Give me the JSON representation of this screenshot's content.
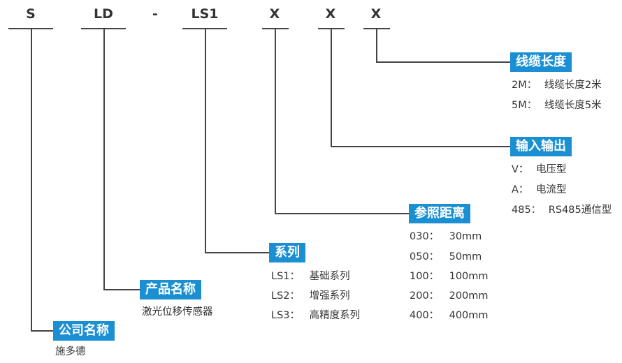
{
  "code_parts": [
    "S",
    "LD",
    "-",
    "LS1",
    "X",
    "X",
    "X"
  ],
  "groups": {
    "cable": {
      "title": "线缆长度",
      "options": [
        {
          "key": "2M：",
          "value": "线缆长度2米"
        },
        {
          "key": "5M：",
          "value": "线缆长度5米"
        }
      ]
    },
    "io": {
      "title": "输入输出",
      "options": [
        {
          "key": "V：",
          "value": "电压型"
        },
        {
          "key": "A：",
          "value": "电流型"
        },
        {
          "key": "485：",
          "value": "RS485通信型"
        }
      ]
    },
    "range": {
      "title": "参照距离",
      "options": [
        {
          "key": "030：",
          "value": "30mm"
        },
        {
          "key": "050：",
          "value": "50mm"
        },
        {
          "key": "100：",
          "value": "100mm"
        },
        {
          "key": "200：",
          "value": "200mm"
        },
        {
          "key": "400：",
          "value": "400mm"
        }
      ]
    },
    "series": {
      "title": "系列",
      "options": [
        {
          "key": "LS1：",
          "value": "基础系列"
        },
        {
          "key": "LS2：",
          "value": "增强系列"
        },
        {
          "key": "LS3：",
          "value": "高精度系列"
        }
      ]
    },
    "product": {
      "title": "产品名称",
      "text": "激光位移传感器"
    },
    "company": {
      "title": "公司名称",
      "text": "施多德"
    }
  },
  "colors": {
    "accent": "#1a8fd2",
    "line": "#444444",
    "text": "#333333"
  }
}
